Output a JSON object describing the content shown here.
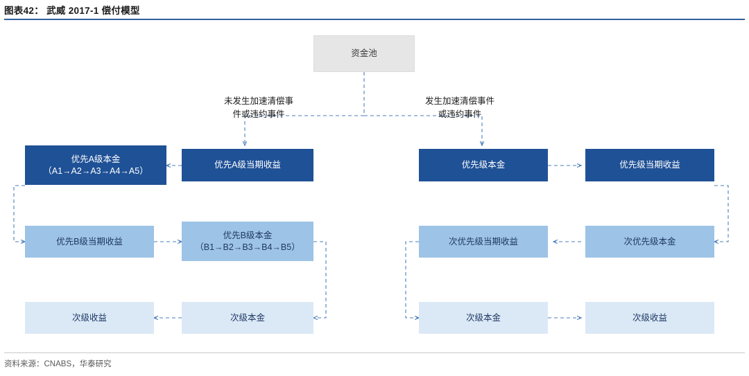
{
  "header": {
    "title": "图表42： 武威 2017-1 偿付模型"
  },
  "diagram": {
    "pool": "资金池",
    "note_left": "未发生加速清偿事\n件或违约事件",
    "note_right": "发生加速清偿事件\n或违约事件",
    "boxes": {
      "a_principal": "优先A级本金\n（A1→A2→A3→A4→A5）",
      "a_interest": "优先A级当期收益",
      "b_interest": "优先B级当期收益",
      "b_principal": "优先B级本金\n（B1→B2→B3→B4→B5）",
      "sub_interest_left": "次级收益",
      "sub_principal_left": "次级本金",
      "sen_principal": "优先级本金",
      "sen_interest": "优先级当期收益",
      "mezz_interest": "次优先级当期收益",
      "mezz_principal": "次优先级本金",
      "sub_principal_right": "次级本金",
      "sub_interest_right": "次级收益"
    }
  },
  "footer": {
    "source": "资料来源：CNABS，华泰研究"
  },
  "colors": {
    "accent": "#2e5f9a",
    "dark_box": "#1f5196",
    "mid_box": "#9dc3e6",
    "light_box": "#dbe9f6",
    "pool_box": "#e6e6e6",
    "arrow": "#4a7ebb"
  }
}
